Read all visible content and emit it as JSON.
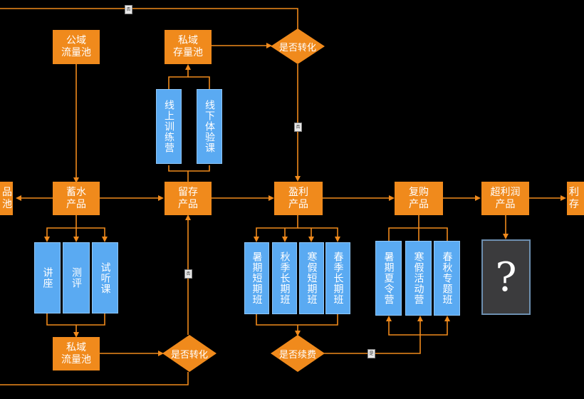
{
  "nodes": {
    "public_pool": "公域\n流量池",
    "private_pool_top": "私域\n存量池",
    "private_pool_bottom": "私域\n流量池",
    "storage_product": "蓄水\n产品",
    "retention_product": "留存\n产品",
    "profit_product": "盈利\n产品",
    "repurchase_product": "复购\n产品",
    "super_profit_product": "超利润\n产品",
    "left_edge_partial": "品\n池",
    "right_edge_partial": "利\n存"
  },
  "decisions": {
    "convert_top": "是否转化",
    "convert_bottom": "是否转化",
    "renew": "是否续费"
  },
  "blue_boxes": {
    "online_camp": "线上训练营",
    "offline_experience": "线下体验课",
    "lecture": "讲座",
    "assessment": "测评",
    "trial": "试听课",
    "summer_short": "暑期短期班",
    "autumn_long": "秋季长期班",
    "winter_short": "寒假短期班",
    "spring_long": "春季长期班",
    "summer_camp": "暑期夏令营",
    "winter_camp": "寒假活动营",
    "spring_autumn_special": "春秋专题班"
  },
  "mystery": "?",
  "tags": {
    "top": "否",
    "mid": "否",
    "bottom_left": "否",
    "bottom_right": "是"
  },
  "colors": {
    "orange": "#f08a1c",
    "blue": "#5aaaf2",
    "line": "#f08a1c",
    "background": "#000000"
  }
}
